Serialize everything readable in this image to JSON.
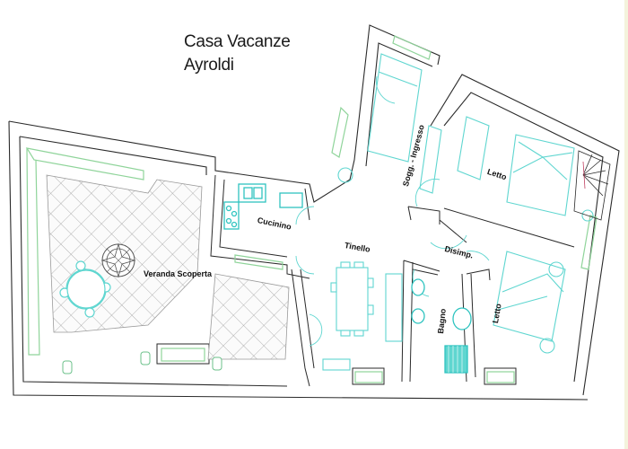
{
  "title": {
    "line1": "Casa Vacanze",
    "line2": "Ayroldi"
  },
  "rooms": [
    {
      "id": "veranda",
      "label": "Veranda Scoperta"
    },
    {
      "id": "cucinino",
      "label": "Cucinino"
    },
    {
      "id": "tinello",
      "label": "Tinello"
    },
    {
      "id": "soggiorno",
      "label": "Sogg. - Ingresso"
    },
    {
      "id": "letto1",
      "label": "Letto"
    },
    {
      "id": "disimpegno",
      "label": "Disimp."
    },
    {
      "id": "bagno",
      "label": "Bagno"
    },
    {
      "id": "letto2",
      "label": "Letto"
    }
  ],
  "colors": {
    "wall": "#2a2a2a",
    "furniture": "#5fd6d0",
    "furniture_strong": "#2fc4c0",
    "window": "#8fd49a",
    "tile": "#9a9a9a",
    "stair": "#c04060"
  }
}
